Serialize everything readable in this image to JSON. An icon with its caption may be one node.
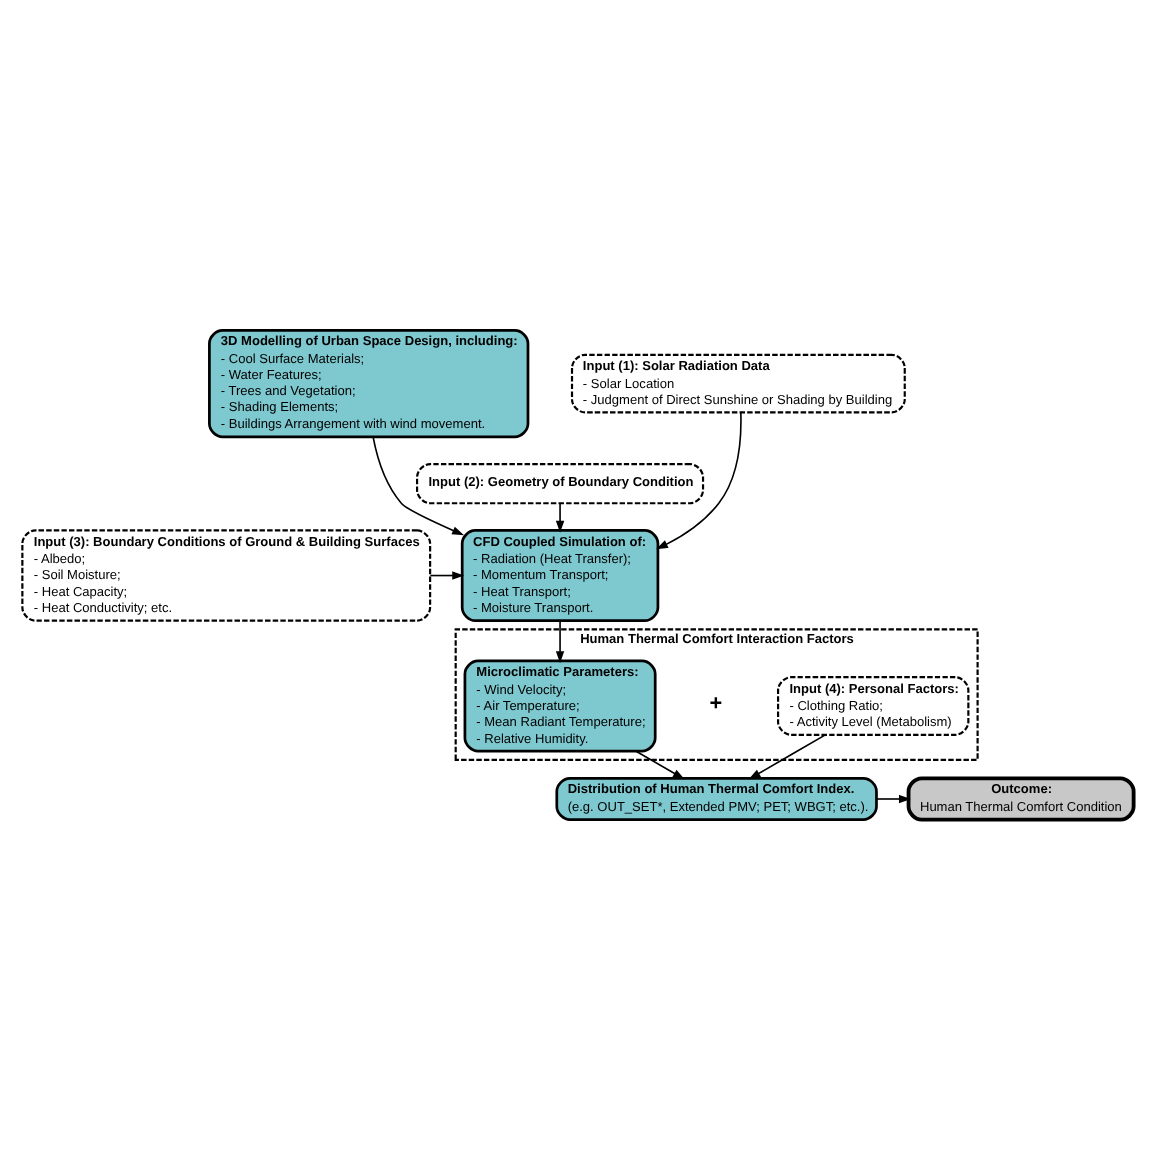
{
  "diagram": {
    "nodes": [
      {
        "text": [
          "3D Modelling of Urban Space Design, including:",
          "- Cool Surface Materials;",
          "- Water Features;",
          "- Trees and Vegetation;",
          "- Shading Elements;",
          "- Buildings Arrangement with wind movement."
        ]
      },
      {
        "text": [
          "Input (1): Solar Radiation Data",
          "- Solar Location",
          "- Judgment of Direct Sunshine or Shading by Building"
        ]
      },
      {
        "text": [
          "Input (2): Geometry of Boundary Condition"
        ]
      },
      {
        "text": [
          "CFD Coupled Simulation of:",
          "- Radiation (Heat Transfer);",
          "- Momentum Transport;",
          "- Heat Transport;",
          "- Moisture Transport."
        ]
      },
      {
        "text": [
          "Input (3): Boundary Conditions of Ground & Building Surfaces",
          "- Albedo;",
          "- Soil Moisture;",
          "- Heat Capacity;",
          "- Heat Conductivity; etc."
        ]
      },
      {
        "text": [
          "Human Thermal Comfort Interaction Factors"
        ]
      },
      {
        "text": [
          "Microclimatic Parameters:",
          "- Wind Velocity;",
          "- Air Temperature;",
          "- Mean Radiant Temperature;",
          "- Relative Humidity."
        ],
        "in": 5
      },
      {
        "text": [
          "Input (4): Personal Factors:",
          "- Clothing Ratio;",
          "- Activity Level (Metabolism)"
        ],
        "in": 5
      },
      {
        "text": [
          "Distribution of Human Thermal Comfort Index.",
          "(e.g. OUT_SET*, Extended PMV; PET; WBGT; etc.)."
        ]
      },
      {
        "text": [
          "Outcome:",
          "Human Thermal Comfort Condition"
        ]
      }
    ],
    "edges": [
      {
        "from": 0,
        "to": 3,
        "arrow": "to"
      },
      {
        "from": 1,
        "to": 3,
        "arrow": "to"
      },
      {
        "from": 2,
        "to": 3,
        "arrow": "to"
      },
      {
        "from": 4,
        "to": 3,
        "arrow": "to"
      },
      {
        "from": 3,
        "to": 6,
        "arrow": "to"
      },
      {
        "from": 6,
        "to": 8,
        "arrow": "to"
      },
      {
        "from": 7,
        "to": 8,
        "arrow": "to"
      },
      {
        "from": 8,
        "to": 9,
        "arrow": "to"
      }
    ],
    "labels": [
      "+"
    ]
  }
}
